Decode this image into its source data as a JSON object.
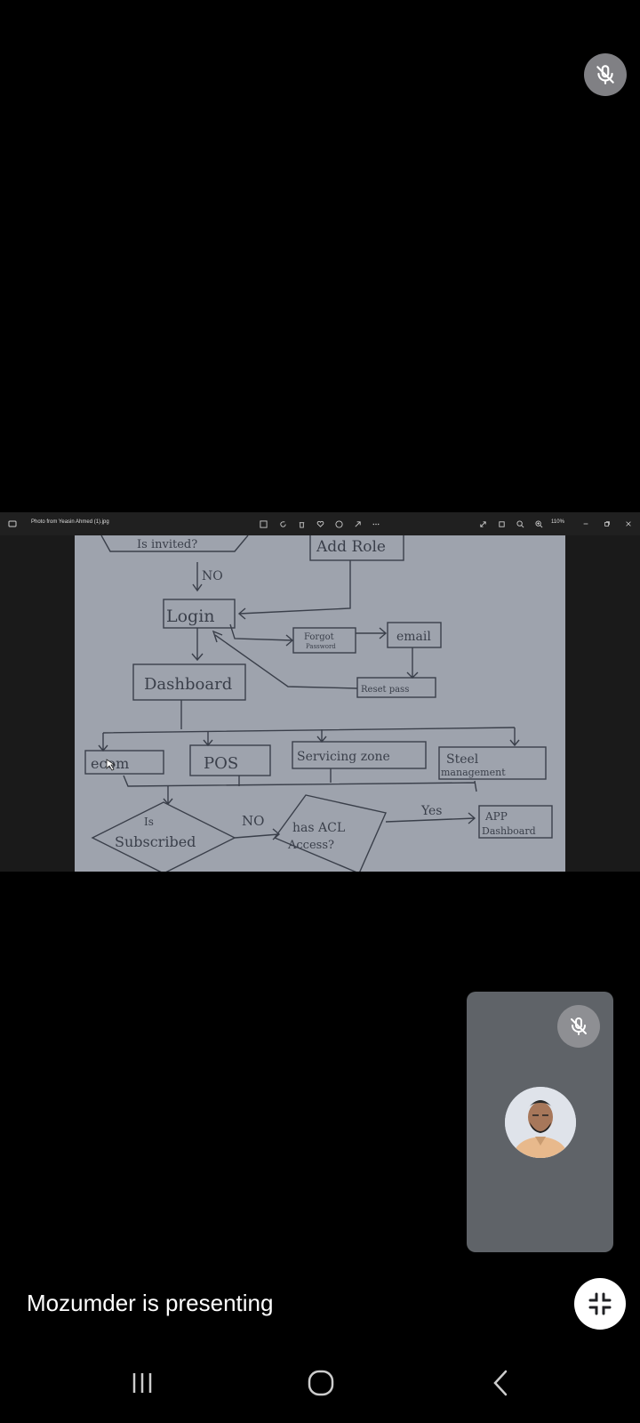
{
  "call": {
    "presenting_text": "Mozumder is presenting"
  },
  "viewer": {
    "filename": "Photo from Yeasin Ahmed (1).jpg",
    "zoom": "110%"
  },
  "flowchart": {
    "is_invited": "Is invited?",
    "add_role": "Add Role",
    "no_1": "NO",
    "login": "Login",
    "forgot_password_1": "Forgot",
    "forgot_password_2": "Password",
    "email": "email",
    "reset_pass": "Reset pass",
    "dashboard": "Dashboard",
    "ecom": "ecom",
    "pos": "POS",
    "servicing": "Servicing zone",
    "steel_1": "Steel",
    "steel_2": "management",
    "is_label": "Is",
    "subscribed": "Subscribed",
    "no_2": "NO",
    "has_acl_1": "has ACL",
    "has_acl_2": "Access?",
    "yes": "Yes",
    "app_1": "APP",
    "app_2": "Dashboard"
  },
  "icons": {
    "main_mute": "mic-off-icon",
    "self_mute": "mic-off-icon",
    "exit_fullscreen": "exit-fullscreen-icon",
    "recents": "recents-icon",
    "home": "home-icon",
    "back": "back-icon"
  }
}
